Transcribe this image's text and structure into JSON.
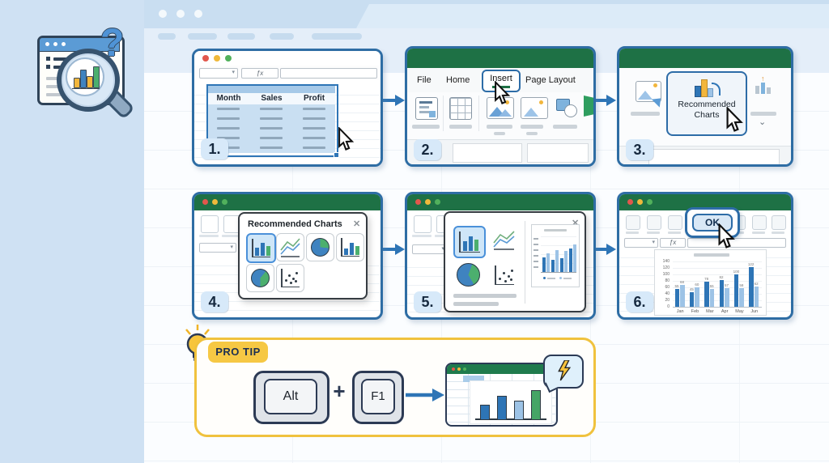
{
  "title_area": {
    "question_mark": "?"
  },
  "formula_bar": {
    "fx_glyph": "ƒx",
    "dropdown_glyph": "▾"
  },
  "icons": {
    "chevron_down": "⌄"
  },
  "palette": {
    "dark_blue": "#2e75b6",
    "light_blue": "#9dc3e6",
    "green": "#45a566",
    "excel_green": "#1e7145",
    "card_border": "#2e6da4",
    "selection_blue": "#c9dff2",
    "tip_yellow": "#f0c23e"
  },
  "steps": [
    {
      "number": "1.",
      "table_headers": [
        "Month",
        "Sales",
        "Profit"
      ]
    },
    {
      "number": "2.",
      "ribbon_tabs": [
        "File",
        "Home",
        "Insert",
        "Page Layout"
      ],
      "active_tab": "Insert"
    },
    {
      "number": "3.",
      "button_label": "Recommended Charts"
    },
    {
      "number": "4.",
      "dialog_title": "Recommended Charts",
      "close_glyph": "✕"
    },
    {
      "number": "5.",
      "close_glyph": "✕"
    },
    {
      "number": "6.",
      "ok_label": "OK"
    }
  ],
  "pro_tip": {
    "label": "PRO TIP",
    "key_1": "Alt",
    "plus": "+",
    "key_2": "F1"
  },
  "chart_data": [
    {
      "type": "bar",
      "location": "step-6-result-chart",
      "title": "",
      "title_is_placeholder": true,
      "categories": [
        "Jan",
        "Feb",
        "Mar",
        "Apr",
        "May",
        "Jun"
      ],
      "series": [
        {
          "name": "dark",
          "color": "#2e75b6",
          "values": [
            55,
            45,
            78,
            82,
            100,
            122
          ]
        },
        {
          "name": "light",
          "color": "#9dc3e6",
          "values": [
            68,
            60,
            55,
            57,
            58,
            62
          ]
        }
      ],
      "ylim": [
        0,
        140
      ],
      "yticks": [
        140,
        120,
        100,
        80,
        60,
        40,
        20,
        0
      ],
      "grid": true,
      "data_labels": true,
      "legend_position": "none"
    },
    {
      "type": "bar",
      "location": "step-5-dialog-preview",
      "title": "",
      "title_is_placeholder": true,
      "categories": [
        "",
        "",
        "",
        ""
      ],
      "series": [
        {
          "name": "dark",
          "color": "#2e75b6",
          "values": [
            40,
            35,
            38,
            65
          ]
        },
        {
          "name": "light",
          "color": "#9dc3e6",
          "values": [
            52,
            62,
            58,
            78
          ]
        }
      ],
      "ylim": [
        0,
        100
      ],
      "grid": true,
      "legend_position": "bottom"
    },
    {
      "type": "bar",
      "location": "pro-tip-mini-chart",
      "values": [
        33,
        52,
        42,
        65
      ],
      "bar_colors": [
        "dark_blue",
        "dark_blue",
        "light_blue",
        "green"
      ],
      "ylim": [
        0,
        70
      ]
    }
  ]
}
